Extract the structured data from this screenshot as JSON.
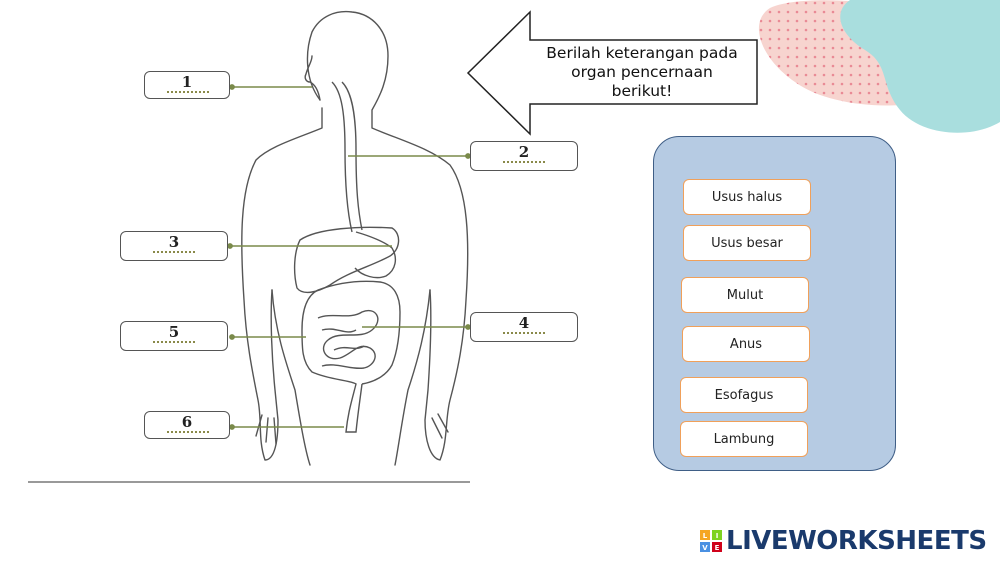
{
  "instruction": "Berilah keterangan pada organ pencernaan berikut!",
  "instruction_lines": [
    "Berilah keterangan pada",
    "organ pencernaan",
    "berikut!"
  ],
  "label_boxes": [
    {
      "number": "1"
    },
    {
      "number": "2"
    },
    {
      "number": "3"
    },
    {
      "number": "4"
    },
    {
      "number": "5"
    },
    {
      "number": "6"
    }
  ],
  "word_bank": [
    "Usus halus",
    "Usus besar",
    "Mulut",
    "Anus",
    "Esofagus",
    "Lambung"
  ],
  "brand": {
    "name": "LIVEWORKSHEETS",
    "logo_letters": [
      "L",
      "I",
      "V",
      "E"
    ]
  },
  "colors": {
    "bank_fill": "#b6cbe3",
    "bank_border": "#3f5e86",
    "chip_border": "#f0a05a",
    "pointer_line": "#7a8a4a",
    "brand_text": "#1a3a6c",
    "blob_pink": "#f7d4cf",
    "blob_teal": "#a9dede"
  }
}
